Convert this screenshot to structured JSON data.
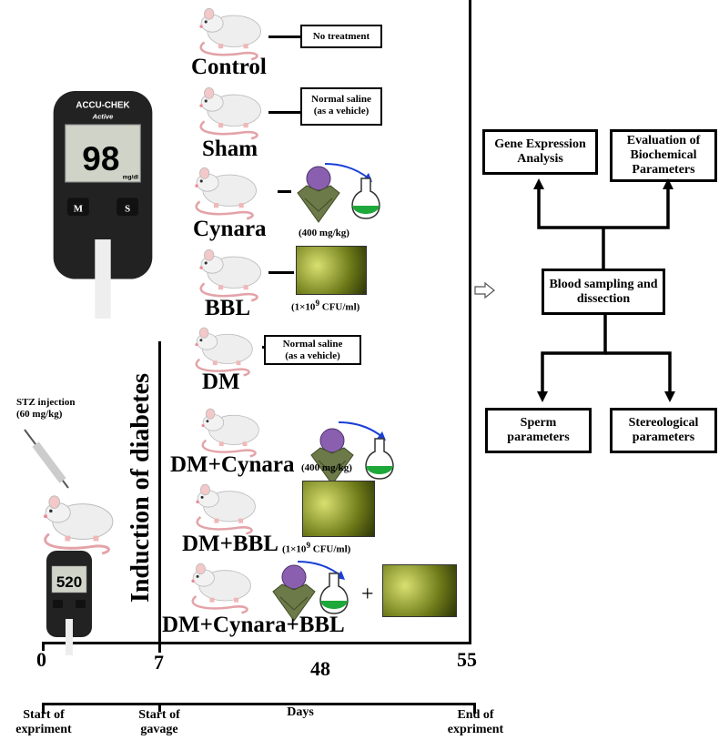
{
  "groups": [
    {
      "name": "Control",
      "treatment": "No treatment"
    },
    {
      "name": "Sham",
      "treatment": "Normal saline (as a vehicle)"
    },
    {
      "name": "Cynara",
      "dose": "(400 mg/kg)"
    },
    {
      "name": "BBL",
      "dose_prefix": "(1×10",
      "dose_exp": "9",
      "dose_suffix": " CFU/ml)"
    },
    {
      "name": "DM",
      "treatment": "Normal saline (as a vehicle)"
    },
    {
      "name": "DM+Cynara",
      "dose": "(400 mg/kg)"
    },
    {
      "name": "DM+BBL",
      "dose_prefix": "(1×10",
      "dose_exp": "9",
      "dose_suffix": " CFU/ml)"
    },
    {
      "name": "DM+Cynara+BBL",
      "plus": "+"
    }
  ],
  "sham_treatment_lines": [
    "Normal saline",
    "(as a vehicle)"
  ],
  "induction_label": "Induction of diabetes",
  "stz": {
    "line1": "STZ injection",
    "line2": "(60 mg/kg)"
  },
  "glucometer": {
    "brand": "ACCU-CHEK",
    "model": "Active",
    "reading_top": "98",
    "reading_bottom": "520",
    "unit": "mg/dl",
    "btn_m": "M",
    "btn_s": "S"
  },
  "timeline": {
    "ticks": [
      "0",
      "7",
      "48",
      "55"
    ],
    "labels": [
      "Start of expriment",
      "Start of gavage",
      "Days",
      "End of expriment"
    ]
  },
  "flow": {
    "gene": "Gene Expression Analysis",
    "biochem": "Evaluation of Biochemical Parameters",
    "blood": "Blood sampling and dissection",
    "sperm": "Sperm parameters",
    "stereo": "Stereological parameters"
  },
  "colors": {
    "flask_liquid": "#1fa83a",
    "arrow_blue": "#1a3fd6",
    "rat": "#eeeeee",
    "tail": "#e3a3a8"
  }
}
